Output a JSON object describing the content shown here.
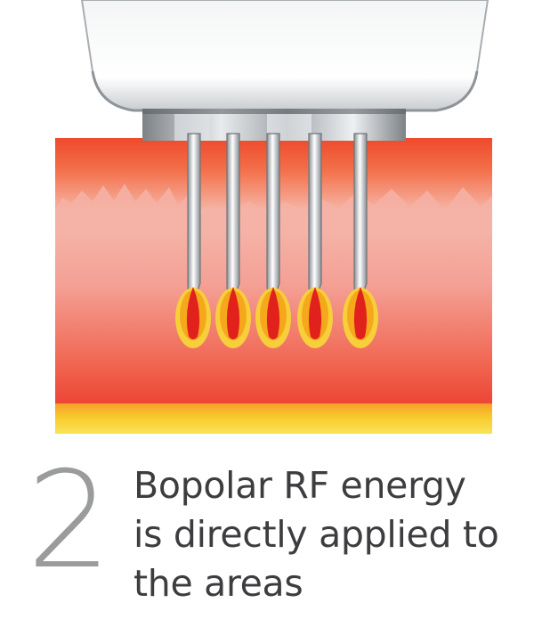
{
  "step": {
    "number": "2"
  },
  "caption": {
    "lines": [
      "Bopolar RF energy",
      "is directly applied to",
      "the areas"
    ]
  },
  "illustration": {
    "needle_count": 5,
    "colors": {
      "handpiece_light": "#ffffff",
      "handpiece_shadow": "#b9bcc0",
      "tissue_top": "#ef5a3a",
      "tissue_mid": "#f5a39a",
      "tissue_bottom": "#ef4b3a",
      "fat_layer": "#f7c22a",
      "heat_outer": "#f6a81c",
      "heat_inner": "#e1221c"
    }
  }
}
